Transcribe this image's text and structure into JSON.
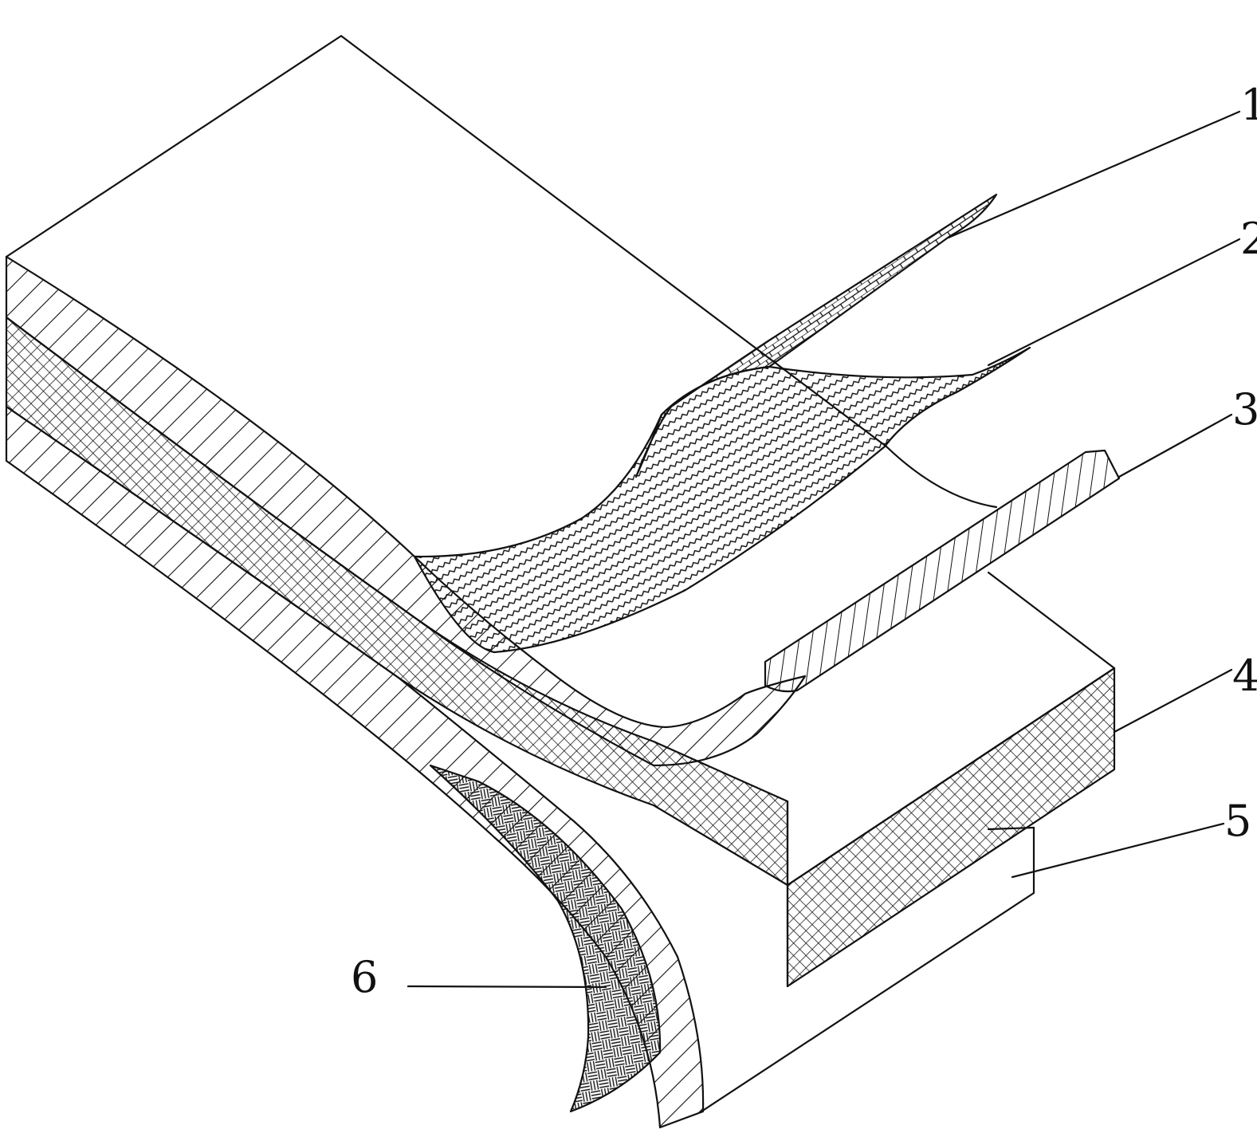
{
  "figure": {
    "layers": [
      {
        "number": "1",
        "pattern": "brick-hatch"
      },
      {
        "number": "2",
        "pattern": "wave-hatch"
      },
      {
        "number": "3",
        "pattern": "vertical-hatch"
      },
      {
        "number": "4",
        "pattern": "cross-hatch"
      },
      {
        "number": "5",
        "pattern": "none"
      },
      {
        "number": "6",
        "pattern": "weave-hatch"
      }
    ],
    "extra_patterns": [
      "diagonal-hatch"
    ]
  },
  "colors": {
    "ink": "#111111",
    "paper": "#ffffff"
  }
}
